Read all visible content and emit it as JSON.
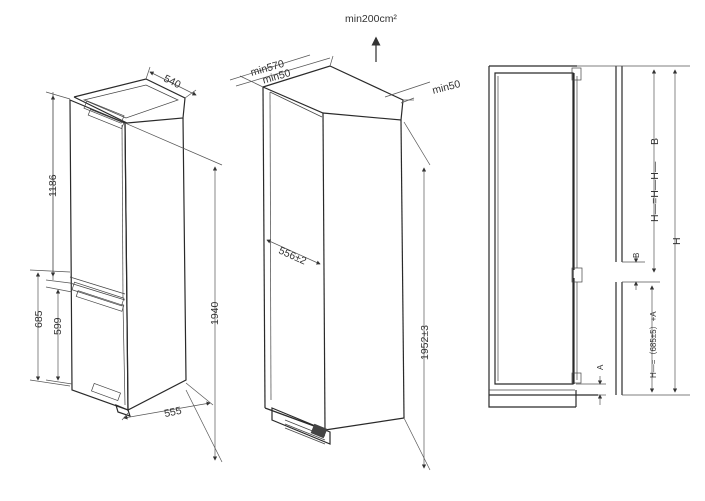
{
  "diagram": {
    "fridge": {
      "depth": "540",
      "upper_height": "1186",
      "lower_outer": "685",
      "lower_inner": "599",
      "total_height": "1940",
      "width": "555"
    },
    "niche": {
      "vent_area": "min200cm²",
      "top_depth": "min570",
      "top_clearance": "min50",
      "side_clearance": "min50",
      "inner_width": "556±2",
      "height": "1952±3"
    },
    "section": {
      "label_b": "B",
      "label_upper": "H—=H—H—",
      "label_h": "H",
      "label_b_small": "B",
      "label_lower": "H—=（685±5）+A",
      "label_a": "A"
    }
  }
}
